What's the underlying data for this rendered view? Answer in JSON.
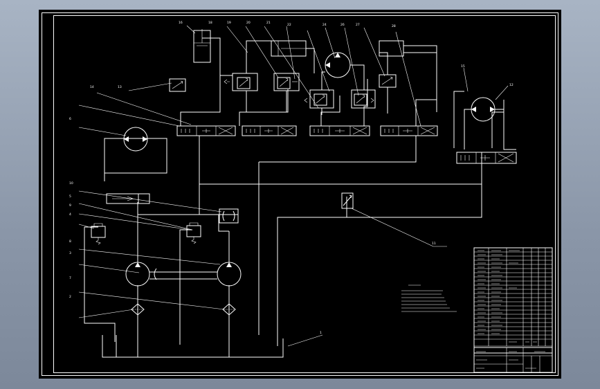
{
  "colors": {
    "background": "#000000",
    "line": "#ffffff",
    "surround": "#8a96a8"
  },
  "labels": {
    "l1": "1",
    "l2": "2",
    "l3": "3",
    "l4": "4",
    "l5": "5",
    "l6": "6",
    "l7": "7",
    "l8": "8",
    "l9": "9",
    "l10": "10",
    "l11": "11",
    "l12": "12",
    "l13": "13",
    "l14": "14",
    "l15": "15",
    "l16": "16",
    "l18": "18",
    "l19": "19",
    "l20": "20",
    "l21": "21",
    "l22": "22",
    "l24": "24",
    "l26": "26",
    "l27": "27",
    "l28": "28"
  }
}
